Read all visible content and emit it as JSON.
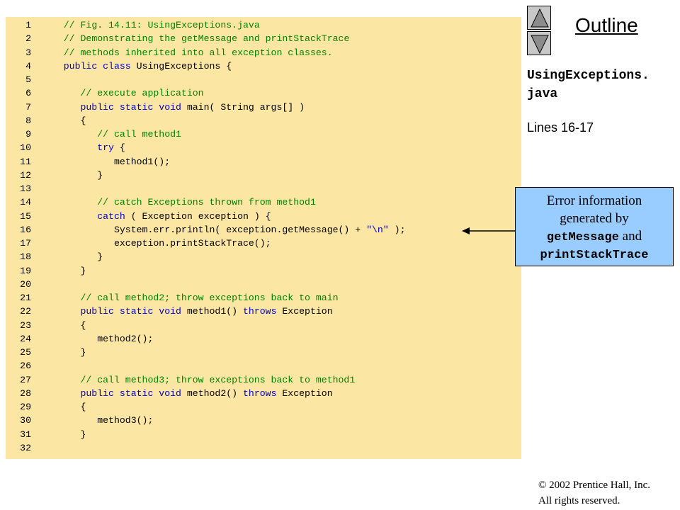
{
  "outline": {
    "title": "Outline"
  },
  "nav": {
    "up_icon": "triangle-up-icon",
    "down_icon": "triangle-down-icon",
    "button_color": "#c8c8c8"
  },
  "file": {
    "name_line1": "UsingExceptions.",
    "name_line2": "java"
  },
  "lines_label": "Lines 16-17",
  "callout": {
    "text1": "Error information",
    "text2": "generated by",
    "method1": "getMessage",
    "and": " and",
    "method2": "printStackTrace",
    "color": "#99ccff"
  },
  "copyright": {
    "symbol": "©",
    "line1": " 2002 Prentice Hall, Inc.",
    "line2": "All rights reserved."
  },
  "colors": {
    "code_background": "#fce6a4",
    "comment": "#008000",
    "keyword": "#0000cc"
  },
  "code": [
    {
      "n": "1",
      "segs": [
        {
          "t": "   "
        },
        {
          "t": "// Fig. 14.11: UsingExceptions.java",
          "c": "cm"
        }
      ]
    },
    {
      "n": "2",
      "segs": [
        {
          "t": "   "
        },
        {
          "t": "// Demonstrating the getMessage and printStackTrace",
          "c": "cm"
        }
      ]
    },
    {
      "n": "3",
      "segs": [
        {
          "t": "   "
        },
        {
          "t": "// methods inherited into all exception classes.",
          "c": "cm"
        }
      ]
    },
    {
      "n": "4",
      "segs": [
        {
          "t": "   "
        },
        {
          "t": "public class",
          "c": "kw"
        },
        {
          "t": " UsingExceptions {"
        }
      ]
    },
    {
      "n": "5",
      "segs": []
    },
    {
      "n": "6",
      "segs": [
        {
          "t": "      "
        },
        {
          "t": "// execute application",
          "c": "cm"
        }
      ]
    },
    {
      "n": "7",
      "segs": [
        {
          "t": "      "
        },
        {
          "t": "public static void",
          "c": "kw"
        },
        {
          "t": " main( String args[] )"
        }
      ]
    },
    {
      "n": "8",
      "segs": [
        {
          "t": "      {"
        }
      ]
    },
    {
      "n": "9",
      "segs": [
        {
          "t": "         "
        },
        {
          "t": "// call method1",
          "c": "cm"
        }
      ]
    },
    {
      "n": "10",
      "segs": [
        {
          "t": "         "
        },
        {
          "t": "try",
          "c": "kw"
        },
        {
          "t": " {"
        }
      ]
    },
    {
      "n": "11",
      "segs": [
        {
          "t": "            method1();"
        }
      ]
    },
    {
      "n": "12",
      "segs": [
        {
          "t": "         }"
        }
      ]
    },
    {
      "n": "13",
      "segs": []
    },
    {
      "n": "14",
      "segs": [
        {
          "t": "         "
        },
        {
          "t": "// catch Exceptions thrown from method1",
          "c": "cm"
        }
      ]
    },
    {
      "n": "15",
      "segs": [
        {
          "t": "         "
        },
        {
          "t": "catch",
          "c": "kw"
        },
        {
          "t": " ( Exception exception ) {"
        }
      ]
    },
    {
      "n": "16",
      "segs": [
        {
          "t": "            System.err.println( exception.getMessage() + "
        },
        {
          "t": "\"\\n\"",
          "c": "st"
        },
        {
          "t": " );"
        }
      ]
    },
    {
      "n": "17",
      "segs": [
        {
          "t": "            exception.printStackTrace();"
        }
      ]
    },
    {
      "n": "18",
      "segs": [
        {
          "t": "         }"
        }
      ]
    },
    {
      "n": "19",
      "segs": [
        {
          "t": "      }"
        }
      ]
    },
    {
      "n": "20",
      "segs": []
    },
    {
      "n": "21",
      "segs": [
        {
          "t": "      "
        },
        {
          "t": "// call method2; throw exceptions back to main",
          "c": "cm"
        }
      ]
    },
    {
      "n": "22",
      "segs": [
        {
          "t": "      "
        },
        {
          "t": "public static void",
          "c": "kw"
        },
        {
          "t": " method1() "
        },
        {
          "t": "throws",
          "c": "kw"
        },
        {
          "t": " Exception"
        }
      ]
    },
    {
      "n": "23",
      "segs": [
        {
          "t": "      {"
        }
      ]
    },
    {
      "n": "24",
      "segs": [
        {
          "t": "         method2();"
        }
      ]
    },
    {
      "n": "25",
      "segs": [
        {
          "t": "      }"
        }
      ]
    },
    {
      "n": "26",
      "segs": []
    },
    {
      "n": "27",
      "segs": [
        {
          "t": "      "
        },
        {
          "t": "// call method3; throw exceptions back to method1",
          "c": "cm"
        }
      ]
    },
    {
      "n": "28",
      "segs": [
        {
          "t": "      "
        },
        {
          "t": "public static void",
          "c": "kw"
        },
        {
          "t": " method2() "
        },
        {
          "t": "throws",
          "c": "kw"
        },
        {
          "t": " Exception"
        }
      ]
    },
    {
      "n": "29",
      "segs": [
        {
          "t": "      {"
        }
      ]
    },
    {
      "n": "30",
      "segs": [
        {
          "t": "         method3();"
        }
      ]
    },
    {
      "n": "31",
      "segs": [
        {
          "t": "      }"
        }
      ]
    },
    {
      "n": "32",
      "segs": []
    }
  ]
}
